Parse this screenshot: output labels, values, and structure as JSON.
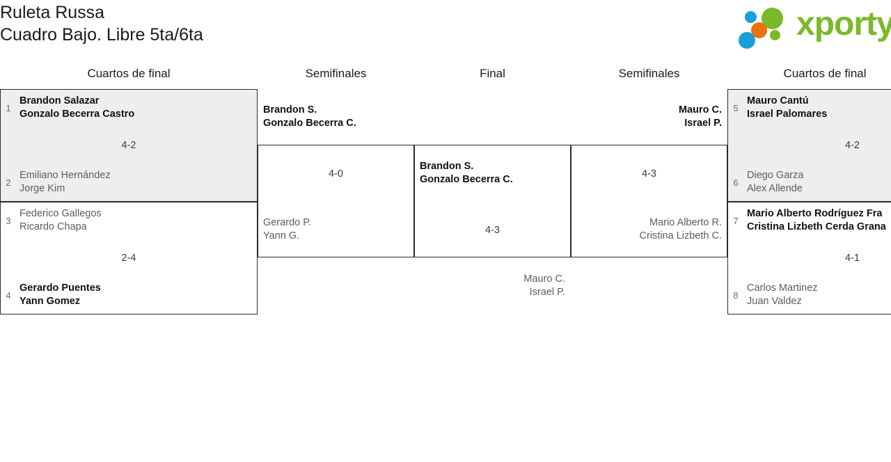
{
  "header": {
    "title_line1": "Ruleta Russa",
    "title_line2": "Cuadro Bajo. Libre 5ta/6ta",
    "logo_word": "xporty",
    "logo_colors": {
      "green": "#7ab929",
      "blue": "#16a0db",
      "orange": "#e8720c"
    }
  },
  "rounds": {
    "left_quarters": "Cuartos de final",
    "left_semis": "Semifinales",
    "final": "Final",
    "right_semis": "Semifinales",
    "right_quarters": "Cuartos de final"
  },
  "bracket": {
    "left_quarterfinals": [
      {
        "match_id": "lqf1",
        "score": "4-2",
        "top": {
          "seed": "1",
          "player1": "Brandon Salazar",
          "player2": "Gonzalo Becerra Castro",
          "result": "winner"
        },
        "bottom": {
          "seed": "2",
          "player1": "Emiliano Hernández",
          "player2": "Jorge Kim",
          "result": "loser"
        }
      },
      {
        "match_id": "lqf2",
        "score": "2-4",
        "top": {
          "seed": "3",
          "player1": "Federico Gallegos",
          "player2": "Ricardo Chapa",
          "result": "loser"
        },
        "bottom": {
          "seed": "4",
          "player1": "Gerardo Puentes",
          "player2": "Yann Gomez",
          "result": "winner"
        }
      }
    ],
    "left_semifinal": {
      "match_id": "lsf1",
      "score": "4-0",
      "top": {
        "player1": "Brandon S.",
        "player2": "Gonzalo Becerra C.",
        "result": "winner"
      },
      "bottom": {
        "player1": "Gerardo P.",
        "player2": "Yann G.",
        "result": "loser"
      }
    },
    "final": {
      "match_id": "final",
      "score": "4-3",
      "top": {
        "player1": "Brandon S.",
        "player2": "Gonzalo Becerra C.",
        "result": "winner"
      },
      "bottom": {
        "player1": "Mauro C.",
        "player2": "Israel P.",
        "result": "loser"
      }
    },
    "right_semifinal": {
      "match_id": "rsf1",
      "score": "4-3",
      "top": {
        "player1": "Mauro C.",
        "player2": "Israel P.",
        "result": "winner"
      },
      "bottom": {
        "player1": "Mario Alberto R.",
        "player2": "Cristina Lizbeth C.",
        "result": "loser"
      }
    },
    "right_quarterfinals": [
      {
        "match_id": "rqf1",
        "score": "4-2",
        "top": {
          "seed": "5",
          "player1": "Mauro Cantú",
          "player2": "Israel Palomares",
          "result": "winner"
        },
        "bottom": {
          "seed": "6",
          "player1": "Diego Garza",
          "player2": "Alex Allende",
          "result": "loser"
        }
      },
      {
        "match_id": "rqf2",
        "score": "4-1",
        "top": {
          "seed": "7",
          "player1": "Mario Alberto Rodríguez Fra",
          "player2": "Cristina Lizbeth Cerda Grana",
          "result": "winner"
        },
        "bottom": {
          "seed": "8",
          "player1": "Carlos Martinez",
          "player2": "Juan Valdez",
          "result": "loser"
        }
      }
    ]
  }
}
